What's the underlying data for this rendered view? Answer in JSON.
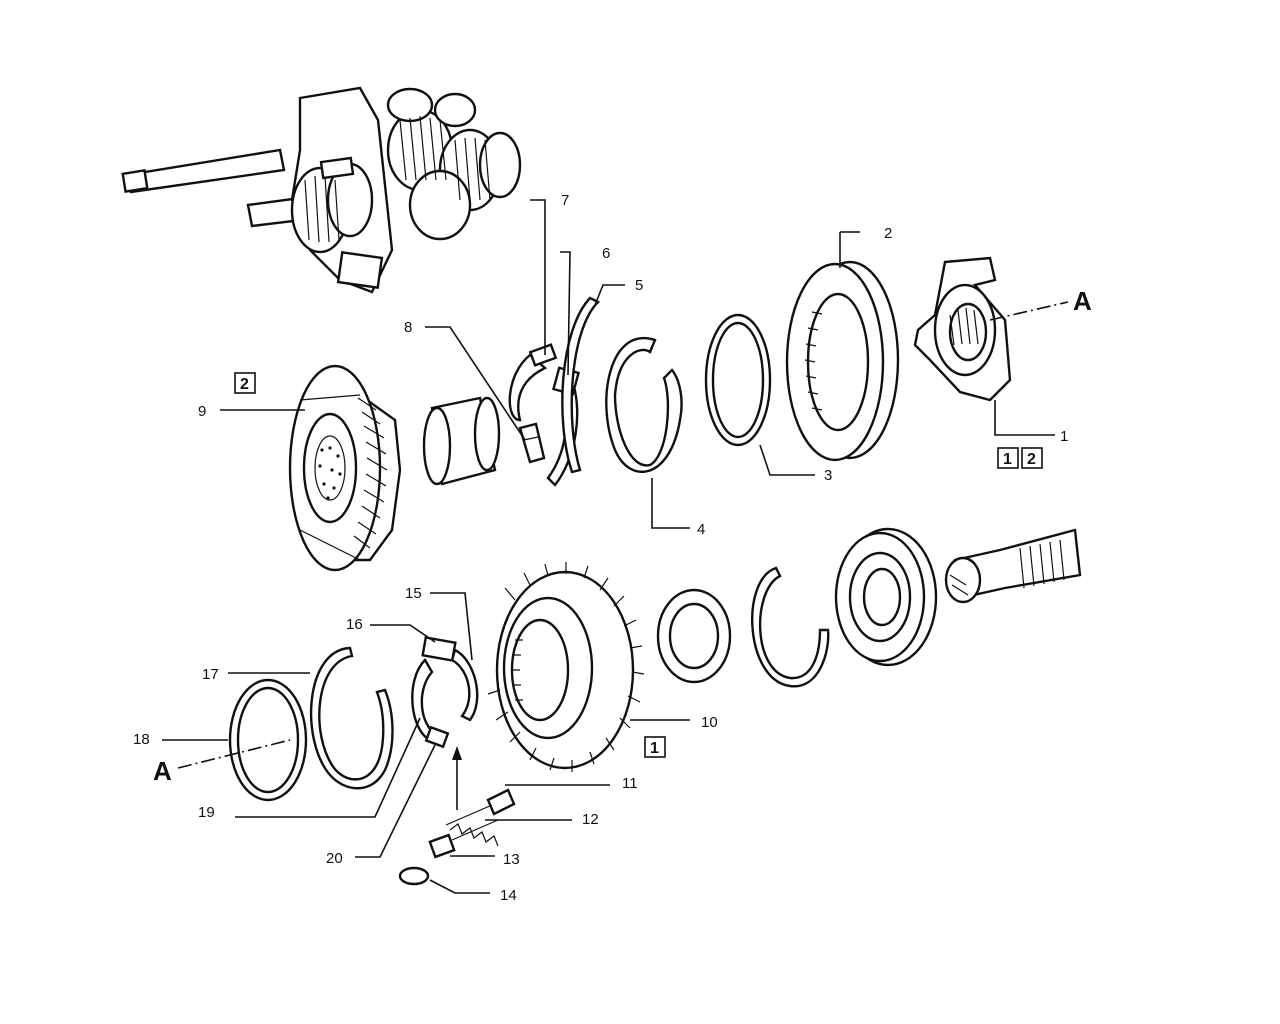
{
  "callouts": {
    "c1": "1",
    "c2": "2",
    "c3": "3",
    "c4": "4",
    "c5": "5",
    "c6": "6",
    "c7": "7",
    "c8": "8",
    "c9": "9",
    "c10": "10",
    "c11": "11",
    "c12": "12",
    "c13": "13",
    "c14": "14",
    "c15": "15",
    "c16": "16",
    "c17": "17",
    "c18": "18",
    "c19": "19",
    "c20": "20"
  },
  "boxed_refs": {
    "gear9": "2",
    "hub1_first": "1",
    "hub1_second": "2",
    "gear10": "1"
  },
  "axis_labels": {
    "upper": "A",
    "lower": "A"
  }
}
